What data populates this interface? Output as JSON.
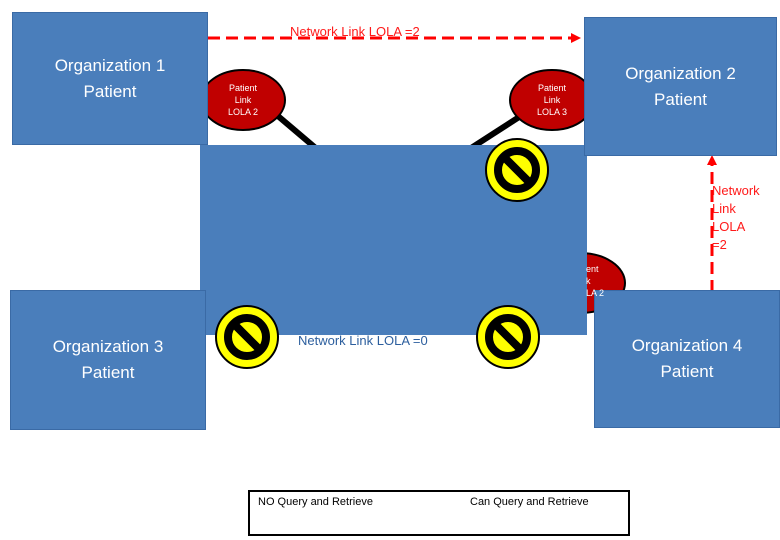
{
  "organizations": [
    {
      "name": "Organization 1",
      "sub": "Patient"
    },
    {
      "name": "Organization 2",
      "sub": "Patient"
    },
    {
      "name": "Organization 3",
      "sub": "Patient"
    },
    {
      "name": "Organization 4",
      "sub": "Patient"
    }
  ],
  "network_links": {
    "top": "Network Link LOLA =2",
    "right": [
      "Network",
      "Link",
      "LOLA",
      "=2"
    ],
    "center": "Network Link LOLA =0"
  },
  "patient_links": {
    "left": [
      "Patient",
      "Link",
      "LOLA 2"
    ],
    "right": [
      "Patient",
      "Link",
      "LOLA 3"
    ],
    "lower_partial": [
      "ent",
      "k",
      "LA 2"
    ]
  },
  "legend": {
    "no_query": "NO Query and Retrieve",
    "can_query": "Can Query and Retrieve"
  },
  "colors": {
    "box_blue": "#4a7ebb",
    "oval_red": "#c00000",
    "arrow_red": "#ff0000",
    "arrow_blue": "#4a7ebb",
    "no_symbol_yellow": "#ffff00"
  },
  "icons": [
    "no-entry-icon"
  ]
}
